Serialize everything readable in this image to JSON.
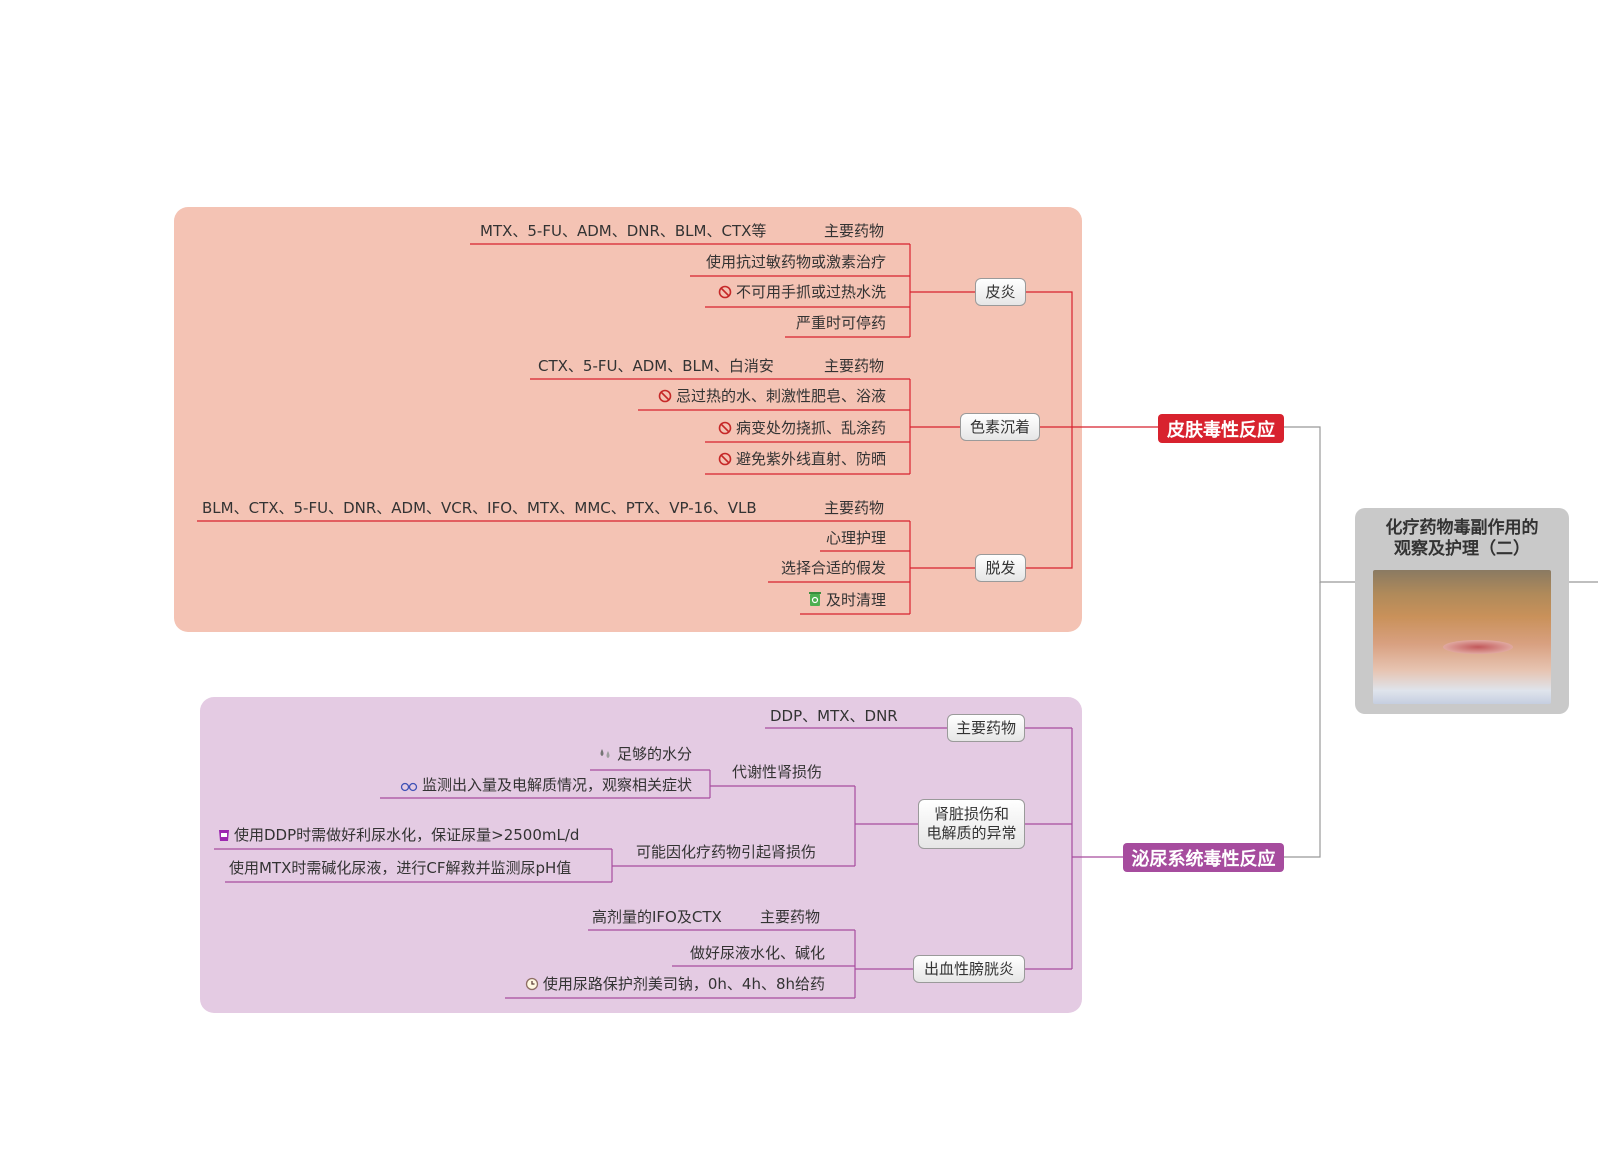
{
  "root": {
    "title_line1": "化疗药物毒副作用的",
    "title_line2": "观察及护理（二）"
  },
  "branches": {
    "skin": {
      "label": "皮肤毒性反应",
      "color": "#d8222e",
      "topics": [
        {
          "label": "皮炎",
          "leaves": [
            "主要药物",
            "MTX、5-FU、ADM、DNR、BLM、CTX等",
            "使用抗过敏药物或激素治疗",
            "不可用手抓或过热水洗",
            "严重时可停药"
          ]
        },
        {
          "label": "色素沉着",
          "leaves": [
            "主要药物",
            "CTX、5-FU、ADM、BLM、白消安",
            "忌过热的水、刺激性肥皂、浴液",
            "病变处勿挠抓、乱涂药",
            "避免紫外线直射、防晒"
          ]
        },
        {
          "label": "脱发",
          "leaves": [
            "主要药物",
            "BLM、CTX、5-FU、DNR、ADM、VCR、IFO、MTX、MMC、PTX、VP-16、VLB",
            "心理护理",
            "选择合适的假发",
            "及时清理"
          ]
        }
      ]
    },
    "uro": {
      "label": "泌尿系统毒性反应",
      "color": "#a64c9e",
      "topics": [
        {
          "label": "主要药物",
          "leaves": [
            "DDP、MTX、DNR"
          ]
        },
        {
          "label_line1": "肾脏损伤和",
          "label_line2": "电解质的异常",
          "sub": [
            {
              "label": "代谢性肾损伤",
              "leaves": [
                "足够的水分",
                "监测出入量及电解质情况，观察相关症状"
              ]
            },
            {
              "label": "可能因化疗药物引起肾损伤",
              "leaves": [
                "使用DDP时需做好利尿水化，保证尿量>2500mL/d",
                "使用MTX时需碱化尿液，进行CF解救并监测尿pH值"
              ]
            }
          ]
        },
        {
          "label": "出血性膀胱炎",
          "leaves": [
            "主要药物",
            "高剂量的IFO及CTX",
            "做好尿液水化、碱化",
            "使用尿路保护剂美司钠，0h、4h、8h给药"
          ]
        }
      ]
    }
  },
  "icons": {
    "forbid": "no-entry-icon",
    "trash": "recycle-bin-icon",
    "water": "water-drops-icon",
    "glasses": "glasses-icon",
    "cup": "cup-icon",
    "clock": "clock-icon"
  }
}
